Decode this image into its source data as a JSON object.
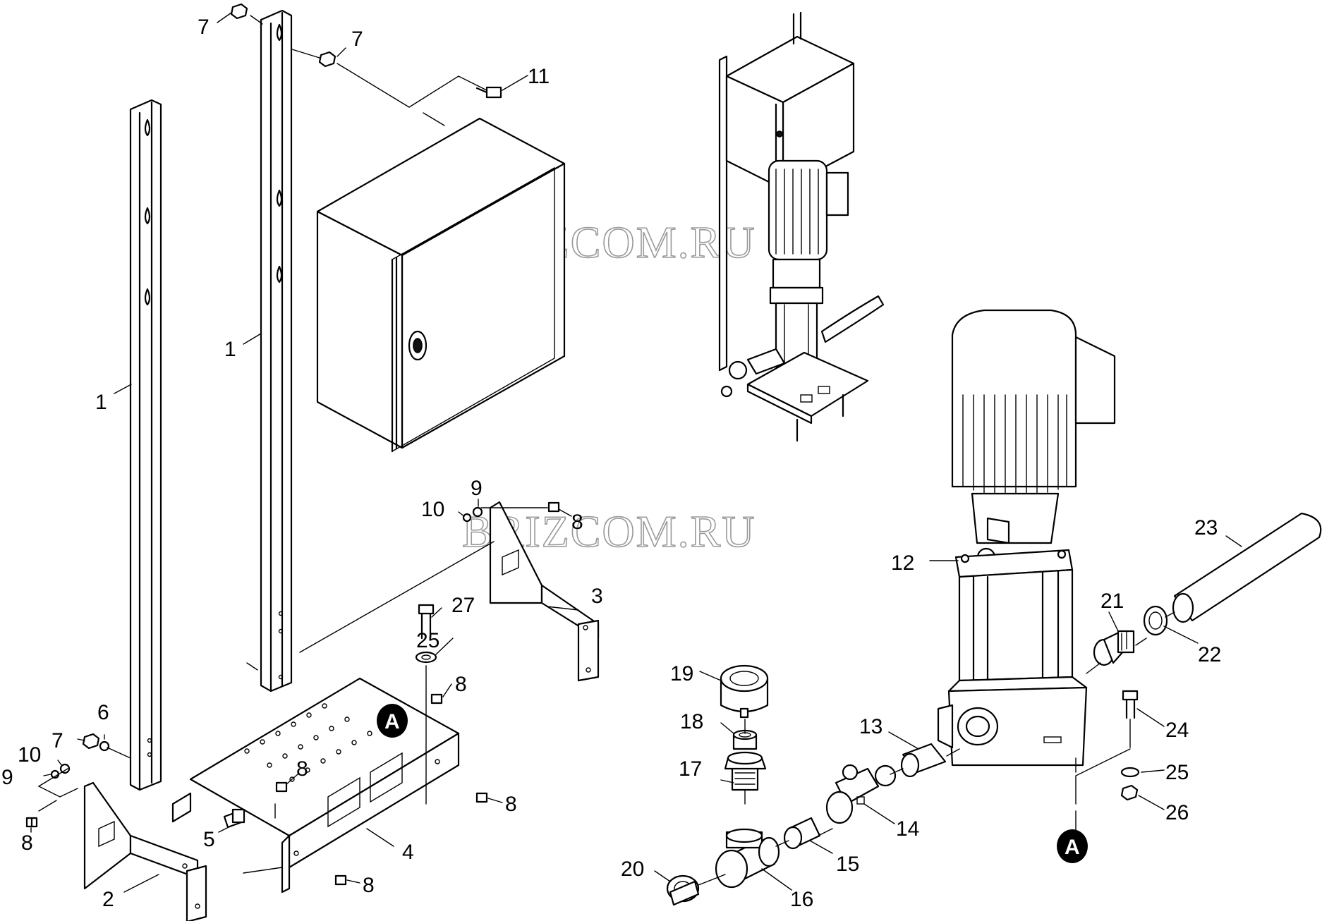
{
  "watermark": "BRIZCOM.RU",
  "view_marker": "A",
  "part_labels": {
    "l1a": "1",
    "l1b": "1",
    "l2": "2",
    "l3": "3",
    "l4": "4",
    "l5": "5",
    "l6": "6",
    "l7a": "7",
    "l7b": "7",
    "l7c": "7",
    "l8a": "8",
    "l8b": "8",
    "l8c": "8",
    "l8d": "8",
    "l8e": "8",
    "l8f": "8",
    "l9a": "9",
    "l9b": "9",
    "l10a": "10",
    "l10b": "10",
    "l11": "11",
    "l12": "12",
    "l13": "13",
    "l14": "14",
    "l15": "15",
    "l16": "16",
    "l17": "17",
    "l18": "18",
    "l19": "19",
    "l20": "20",
    "l21": "21",
    "l22": "22",
    "l23": "23",
    "l24": "24",
    "l25a": "25",
    "l25b": "25",
    "l26": "26",
    "l27": "27"
  }
}
